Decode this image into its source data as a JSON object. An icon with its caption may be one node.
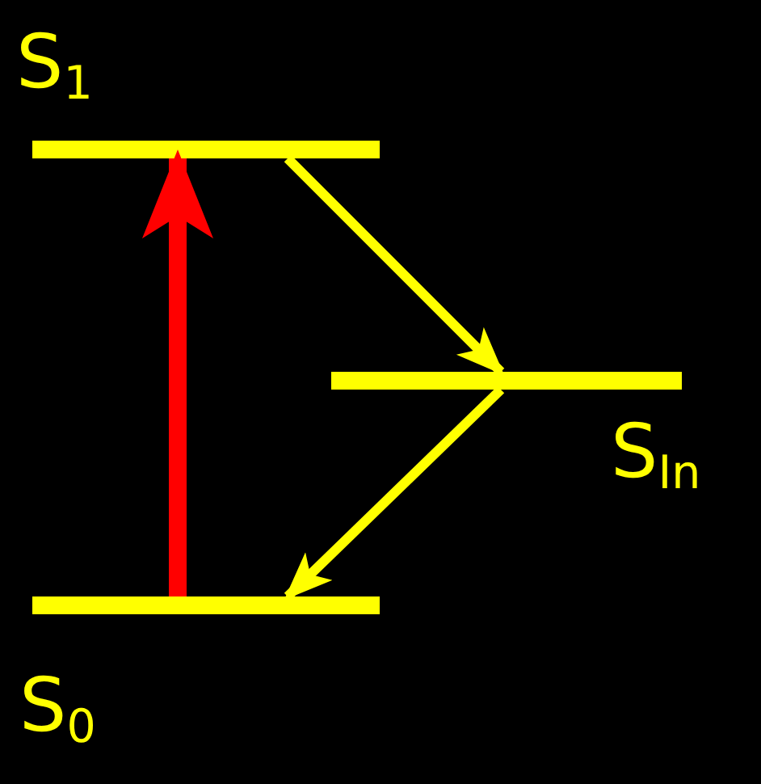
{
  "diagram": {
    "nodes": [
      {
        "text": [
          "S$_{1}$"
        ]
      },
      {
        "text": [
          "S$_{In}$"
        ]
      },
      {
        "text": [
          "S$_{0}$"
        ]
      }
    ],
    "edges": [
      {
        "from": 2,
        "to": 0,
        "arrow": "to",
        "style": "thick",
        "color": "#ff0000"
      },
      {
        "from": 0,
        "to": 1,
        "arrow": "to"
      },
      {
        "from": 1,
        "to": 2,
        "arrow": "to"
      }
    ]
  }
}
